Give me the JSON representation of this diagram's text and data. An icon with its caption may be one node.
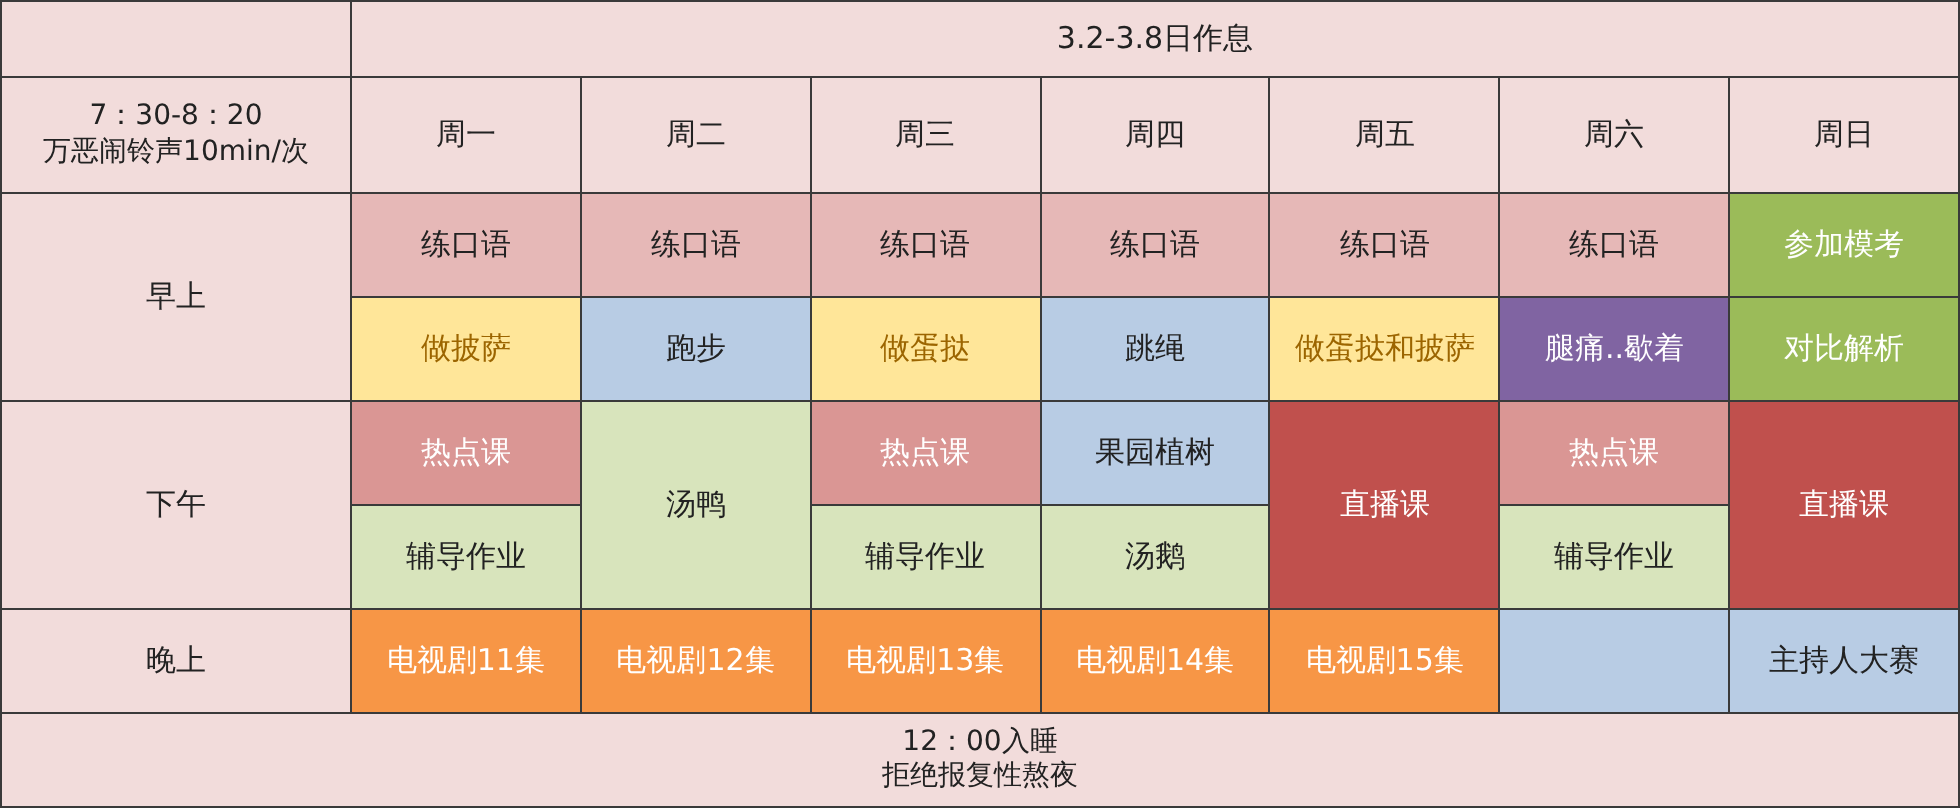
{
  "diagram": {
    "labels": [
      "3.2-3.8日作息",
      "7：30-8：20",
      "万恶闹铃声10min/次",
      "周一",
      "周二",
      "周三",
      "周四",
      "周五",
      "周六",
      "周日",
      "早上",
      "练口语",
      "练口语",
      "练口语",
      "练口语",
      "练口语",
      "练口语",
      "参加模考",
      "做披萨",
      "跑步",
      "做蛋挞",
      "跳绳",
      "做蛋挞和披萨",
      "腿痛..歇着",
      "对比解析",
      "下午",
      "热点课",
      "汤鸭",
      "热点课",
      "果园植树",
      "直播课",
      "热点课",
      "直播课",
      "辅导作业",
      "辅导作业",
      "汤鹅",
      "辅导作业",
      "晚上",
      "电视剧11集",
      "电视剧12集",
      "电视剧13集",
      "电视剧14集",
      "电视剧15集",
      "主持人大赛",
      "12：00入睡",
      "拒绝报复性熬夜"
    ]
  }
}
